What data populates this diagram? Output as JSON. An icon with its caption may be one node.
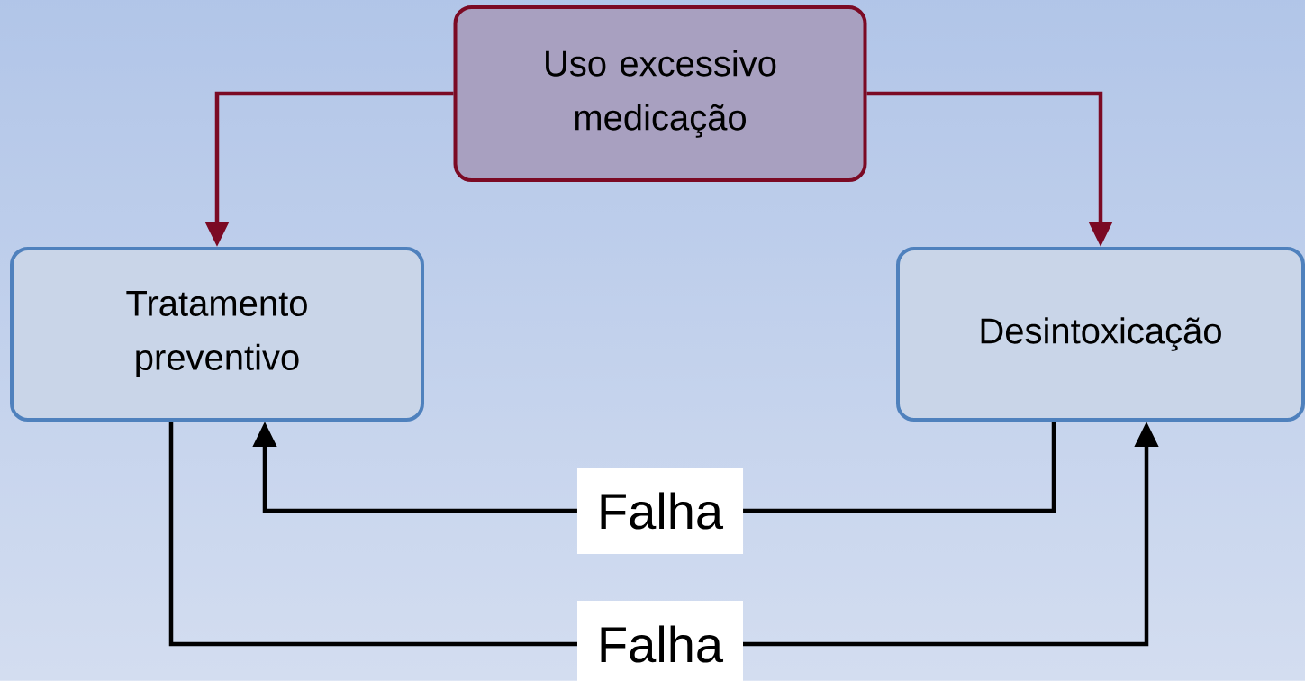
{
  "diagram": {
    "nodes": [
      {
        "text": [
          "Uso excessivo medicação"
        ]
      },
      {
        "text": [
          "Tratamento preventivo"
        ]
      },
      {
        "text": [
          "Desintoxicação"
        ]
      }
    ],
    "edges": [
      {
        "from": 0,
        "to": 1,
        "arrow": "to",
        "color": "#7b0a24"
      },
      {
        "from": 0,
        "to": 2,
        "arrow": "to",
        "color": "#7b0a24"
      },
      {
        "from": 2,
        "to": 1,
        "arrow": "to",
        "label": "Falha",
        "color": "#000000"
      },
      {
        "from": 1,
        "to": 2,
        "arrow": "to",
        "label": "Falha",
        "color": "#000000"
      }
    ]
  }
}
